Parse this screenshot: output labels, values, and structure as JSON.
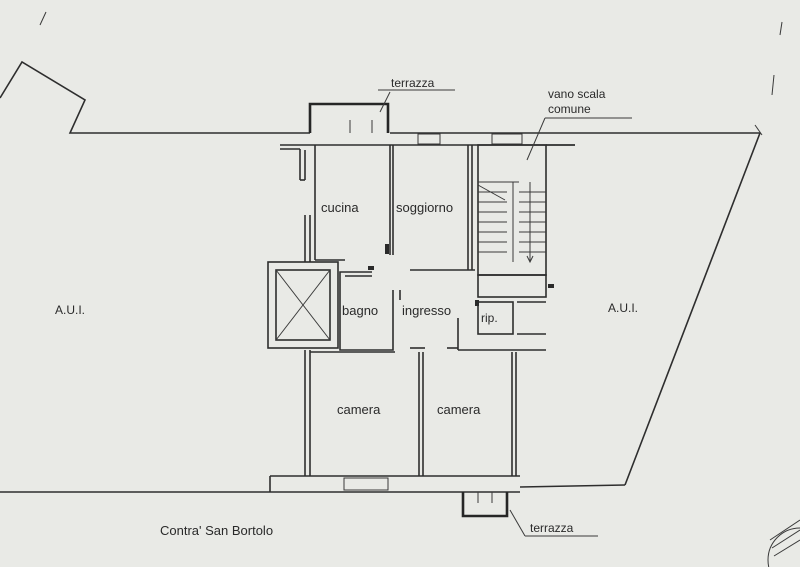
{
  "plan": {
    "colors": {
      "paper": "#e9eae6",
      "ink": "#2a2a2a"
    },
    "labels": {
      "terrace_top": "terrazza",
      "stair": [
        "vano scala",
        "comune"
      ],
      "kitchen": "cucina",
      "living": "soggiorno",
      "bathroom": "bagno",
      "entrance": "ingresso",
      "storage": "rip.",
      "aui_left": "A.U.I.",
      "aui_right": "A.U.I.",
      "bedroom_left": "camera",
      "bedroom_right": "camera",
      "street": "Contra' San Bortolo",
      "terrace_bottom": "terrazza"
    }
  }
}
